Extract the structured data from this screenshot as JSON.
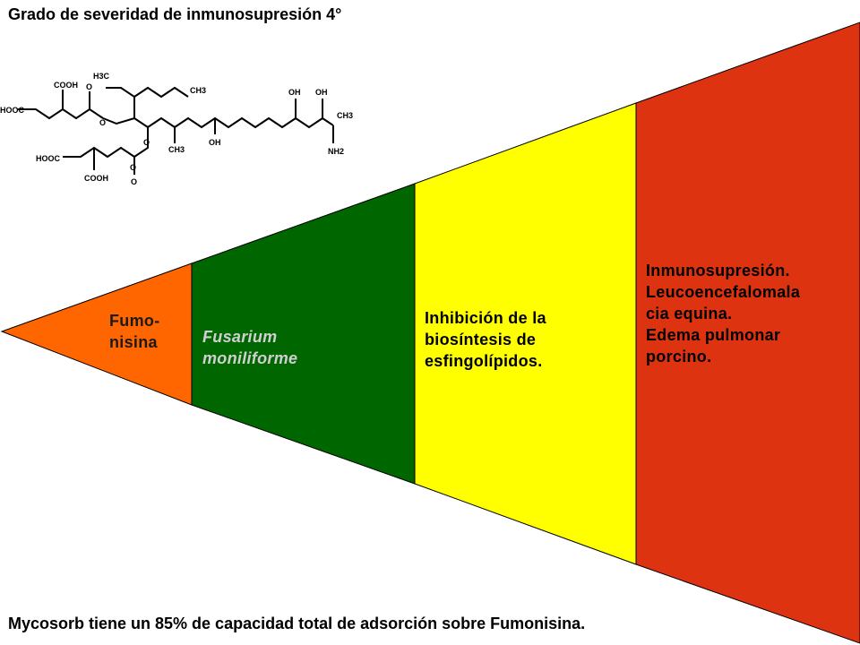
{
  "title": "Grado de severidad de inmunosupresión 4°",
  "footer": "Mycosorb tiene un 85% de capacidad total de adsorción sobre Fumonisina.",
  "stages": [
    {
      "lines": [
        "Fumo-",
        "nisina"
      ],
      "color": "#ff6600"
    },
    {
      "lines": [
        "Fusarium",
        "moniliforme"
      ],
      "color": "#006600"
    },
    {
      "lines": [
        "Inhibición de la",
        "biosíntesis de",
        "esfingolípidos."
      ],
      "color": "#ffff00"
    },
    {
      "lines": [
        "Inmunosupresión.",
        "Leucoencefalomala",
        "cia equina.",
        "Edema pulmonar",
        "porcino."
      ],
      "color": "#dd3311"
    }
  ],
  "molecule": {
    "labels": [
      "H3C",
      "CH3",
      "HOOC",
      "COOH",
      "O",
      "O",
      "O",
      "O",
      "CH3",
      "OH",
      "OH",
      "OH",
      "CH3",
      "NH2",
      "HOOC",
      "COOH",
      "O"
    ]
  }
}
